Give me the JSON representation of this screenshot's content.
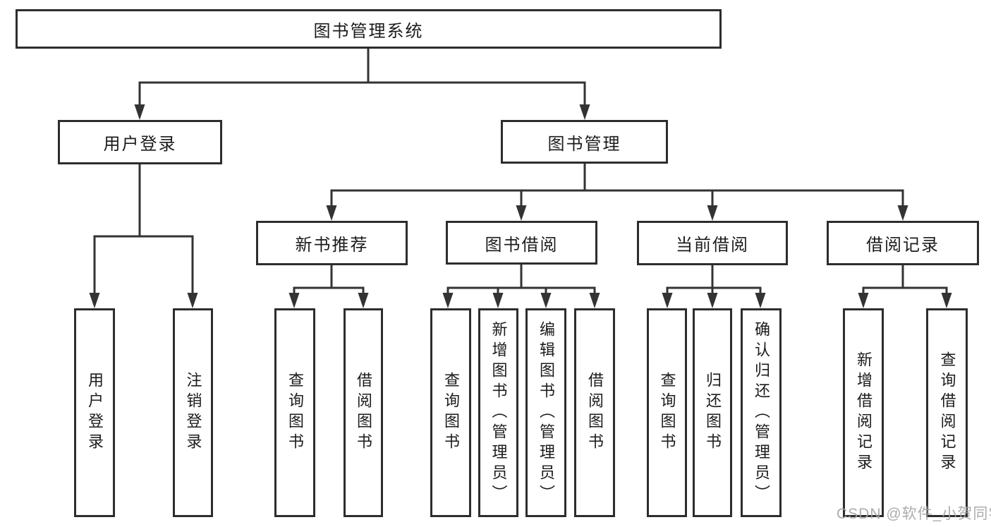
{
  "nodes": {
    "root": "图书管理系统",
    "user_login": "用户登录",
    "book_mgmt": "图书管理",
    "new_book_rec": "新书推荐",
    "book_borrow": "图书借阅",
    "current_borrow": "当前借阅",
    "borrow_records": "借阅记录",
    "leaf_user_login": "用户登录",
    "leaf_logout": "注销登录",
    "nbr_query": "查询图书",
    "nbr_borrow": "借阅图书",
    "bb_query": "查询图书",
    "bb_add": "新增图书（管理员）",
    "bb_edit": "编辑图书（管理员）",
    "bb_borrow": "借阅图书",
    "cb_query": "查询图书",
    "cb_return": "归还图书",
    "cb_confirm": "确认归还（管理员）",
    "br_add": "新增借阅记录",
    "br_query": "查询借阅记录"
  },
  "watermark": "CSDN @软件_小贺同学",
  "colors": {
    "line": "#333333",
    "border": "#2d2d2d",
    "text": "#1c1c1c",
    "watermark": "#a5a5a5",
    "background": "#ffffff"
  }
}
